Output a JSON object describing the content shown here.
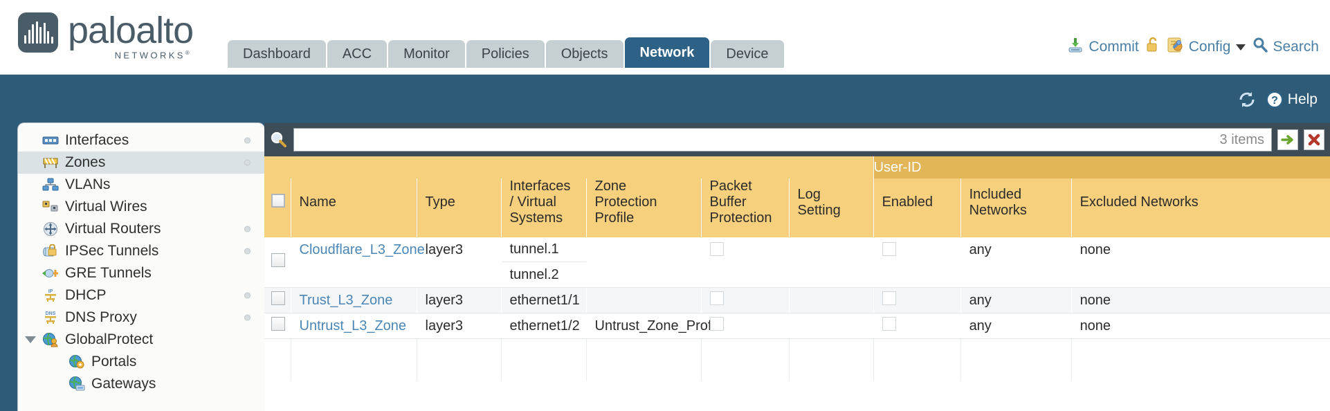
{
  "brand": {
    "name": "paloalto",
    "tagline": "NETWORKS",
    "registered": "®"
  },
  "nav_tabs": [
    {
      "label": "Dashboard",
      "active": false
    },
    {
      "label": "ACC",
      "active": false
    },
    {
      "label": "Monitor",
      "active": false
    },
    {
      "label": "Policies",
      "active": false
    },
    {
      "label": "Objects",
      "active": false
    },
    {
      "label": "Network",
      "active": true
    },
    {
      "label": "Device",
      "active": false
    }
  ],
  "header_actions": {
    "commit": "Commit",
    "config": "Config",
    "search": "Search"
  },
  "help_row": {
    "help": "Help"
  },
  "sidebar": {
    "items": [
      {
        "label": "Interfaces",
        "icon": "interfaces-icon",
        "selected": false,
        "dot": true,
        "child": false,
        "twisty": false
      },
      {
        "label": "Zones",
        "icon": "zones-icon",
        "selected": true,
        "dot": true,
        "child": false,
        "twisty": false
      },
      {
        "label": "VLANs",
        "icon": "vlans-icon",
        "selected": false,
        "dot": false,
        "child": false,
        "twisty": false
      },
      {
        "label": "Virtual Wires",
        "icon": "virtual-wires-icon",
        "selected": false,
        "dot": false,
        "child": false,
        "twisty": false
      },
      {
        "label": "Virtual Routers",
        "icon": "virtual-routers-icon",
        "selected": false,
        "dot": true,
        "child": false,
        "twisty": false
      },
      {
        "label": "IPSec Tunnels",
        "icon": "ipsec-tunnels-icon",
        "selected": false,
        "dot": true,
        "child": false,
        "twisty": false
      },
      {
        "label": "GRE Tunnels",
        "icon": "gre-tunnels-icon",
        "selected": false,
        "dot": false,
        "child": false,
        "twisty": false
      },
      {
        "label": "DHCP",
        "icon": "dhcp-icon",
        "selected": false,
        "dot": true,
        "child": false,
        "twisty": false
      },
      {
        "label": "DNS Proxy",
        "icon": "dns-proxy-icon",
        "selected": false,
        "dot": true,
        "child": false,
        "twisty": false
      },
      {
        "label": "GlobalProtect",
        "icon": "globalprotect-icon",
        "selected": false,
        "dot": false,
        "child": false,
        "twisty": true
      },
      {
        "label": "Portals",
        "icon": "portals-icon",
        "selected": false,
        "dot": false,
        "child": true,
        "twisty": false
      },
      {
        "label": "Gateways",
        "icon": "gateways-icon",
        "selected": false,
        "dot": false,
        "child": true,
        "twisty": false
      }
    ]
  },
  "search": {
    "value": "",
    "placeholder": "",
    "items_count": "3 items",
    "apply_label": "apply-filter",
    "clear_label": "clear-filter"
  },
  "table": {
    "group_header": "User-ID",
    "columns": [
      "Name",
      "Type",
      "Interfaces / Virtual Systems",
      "Zone Protection Profile",
      "Packet Buffer Protection",
      "Log Setting",
      "Enabled",
      "Included Networks",
      "Excluded Networks"
    ],
    "rows": [
      {
        "selected": false,
        "name": "Cloudflare_L3_Zone",
        "type": "layer3",
        "interfaces": [
          "tunnel.1",
          "tunnel.2"
        ],
        "zone_protection_profile": "",
        "packet_buffer_protection": false,
        "log_setting": "",
        "userid_enabled": false,
        "included_networks": "any",
        "excluded_networks": "none"
      },
      {
        "selected": false,
        "name": "Trust_L3_Zone",
        "type": "layer3",
        "interfaces": [
          "ethernet1/1"
        ],
        "zone_protection_profile": "",
        "packet_buffer_protection": false,
        "log_setting": "",
        "userid_enabled": false,
        "included_networks": "any",
        "excluded_networks": "none"
      },
      {
        "selected": false,
        "name": "Untrust_L3_Zone",
        "type": "layer3",
        "interfaces": [
          "ethernet1/2"
        ],
        "zone_protection_profile": "Untrust_Zone_Prof",
        "packet_buffer_protection": false,
        "log_setting": "",
        "userid_enabled": false,
        "included_networks": "any",
        "excluded_networks": "none"
      }
    ]
  },
  "colors": {
    "header_band": "#2d5b78",
    "active_tab": "#2d6286",
    "table_header": "#f6d07c",
    "table_group_header": "#e2b557",
    "toolbar": "#3e4c57",
    "link": "#4a86b5"
  }
}
